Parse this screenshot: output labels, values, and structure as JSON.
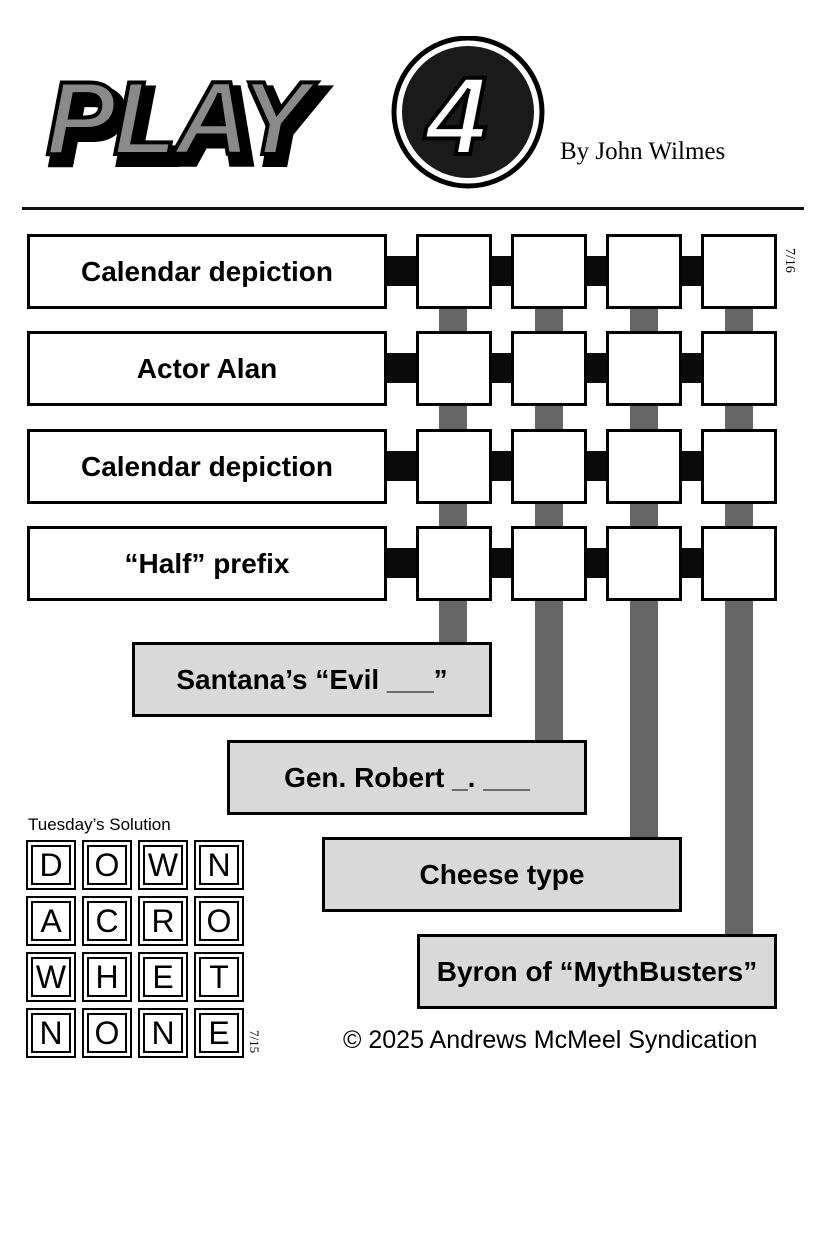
{
  "header": {
    "logo_text": "PLAY",
    "logo_number": "4",
    "byline": "By John Wilmes"
  },
  "puzzle": {
    "date": "7/16",
    "across_clues": [
      "Calendar depiction",
      "Actor Alan",
      "Calendar depiction",
      "“Half” prefix"
    ],
    "down_clues": [
      "Santana’s “Evil ___”",
      "Gen. Robert _. ___",
      "Cheese type",
      "Byron of “MythBusters”"
    ]
  },
  "solution": {
    "title": "Tuesday’s Solution",
    "date": "7/15",
    "grid": [
      [
        "D",
        "O",
        "W",
        "N"
      ],
      [
        "A",
        "C",
        "R",
        "O"
      ],
      [
        "W",
        "H",
        "E",
        "T"
      ],
      [
        "N",
        "O",
        "N",
        "E"
      ]
    ]
  },
  "footer": {
    "copyright": "© 2025 Andrews McMeel Syndication"
  },
  "colors": {
    "down_clue_fill": "#d9d9d9",
    "down_connector": "#666666",
    "across_connector": "#0a0a0a"
  }
}
